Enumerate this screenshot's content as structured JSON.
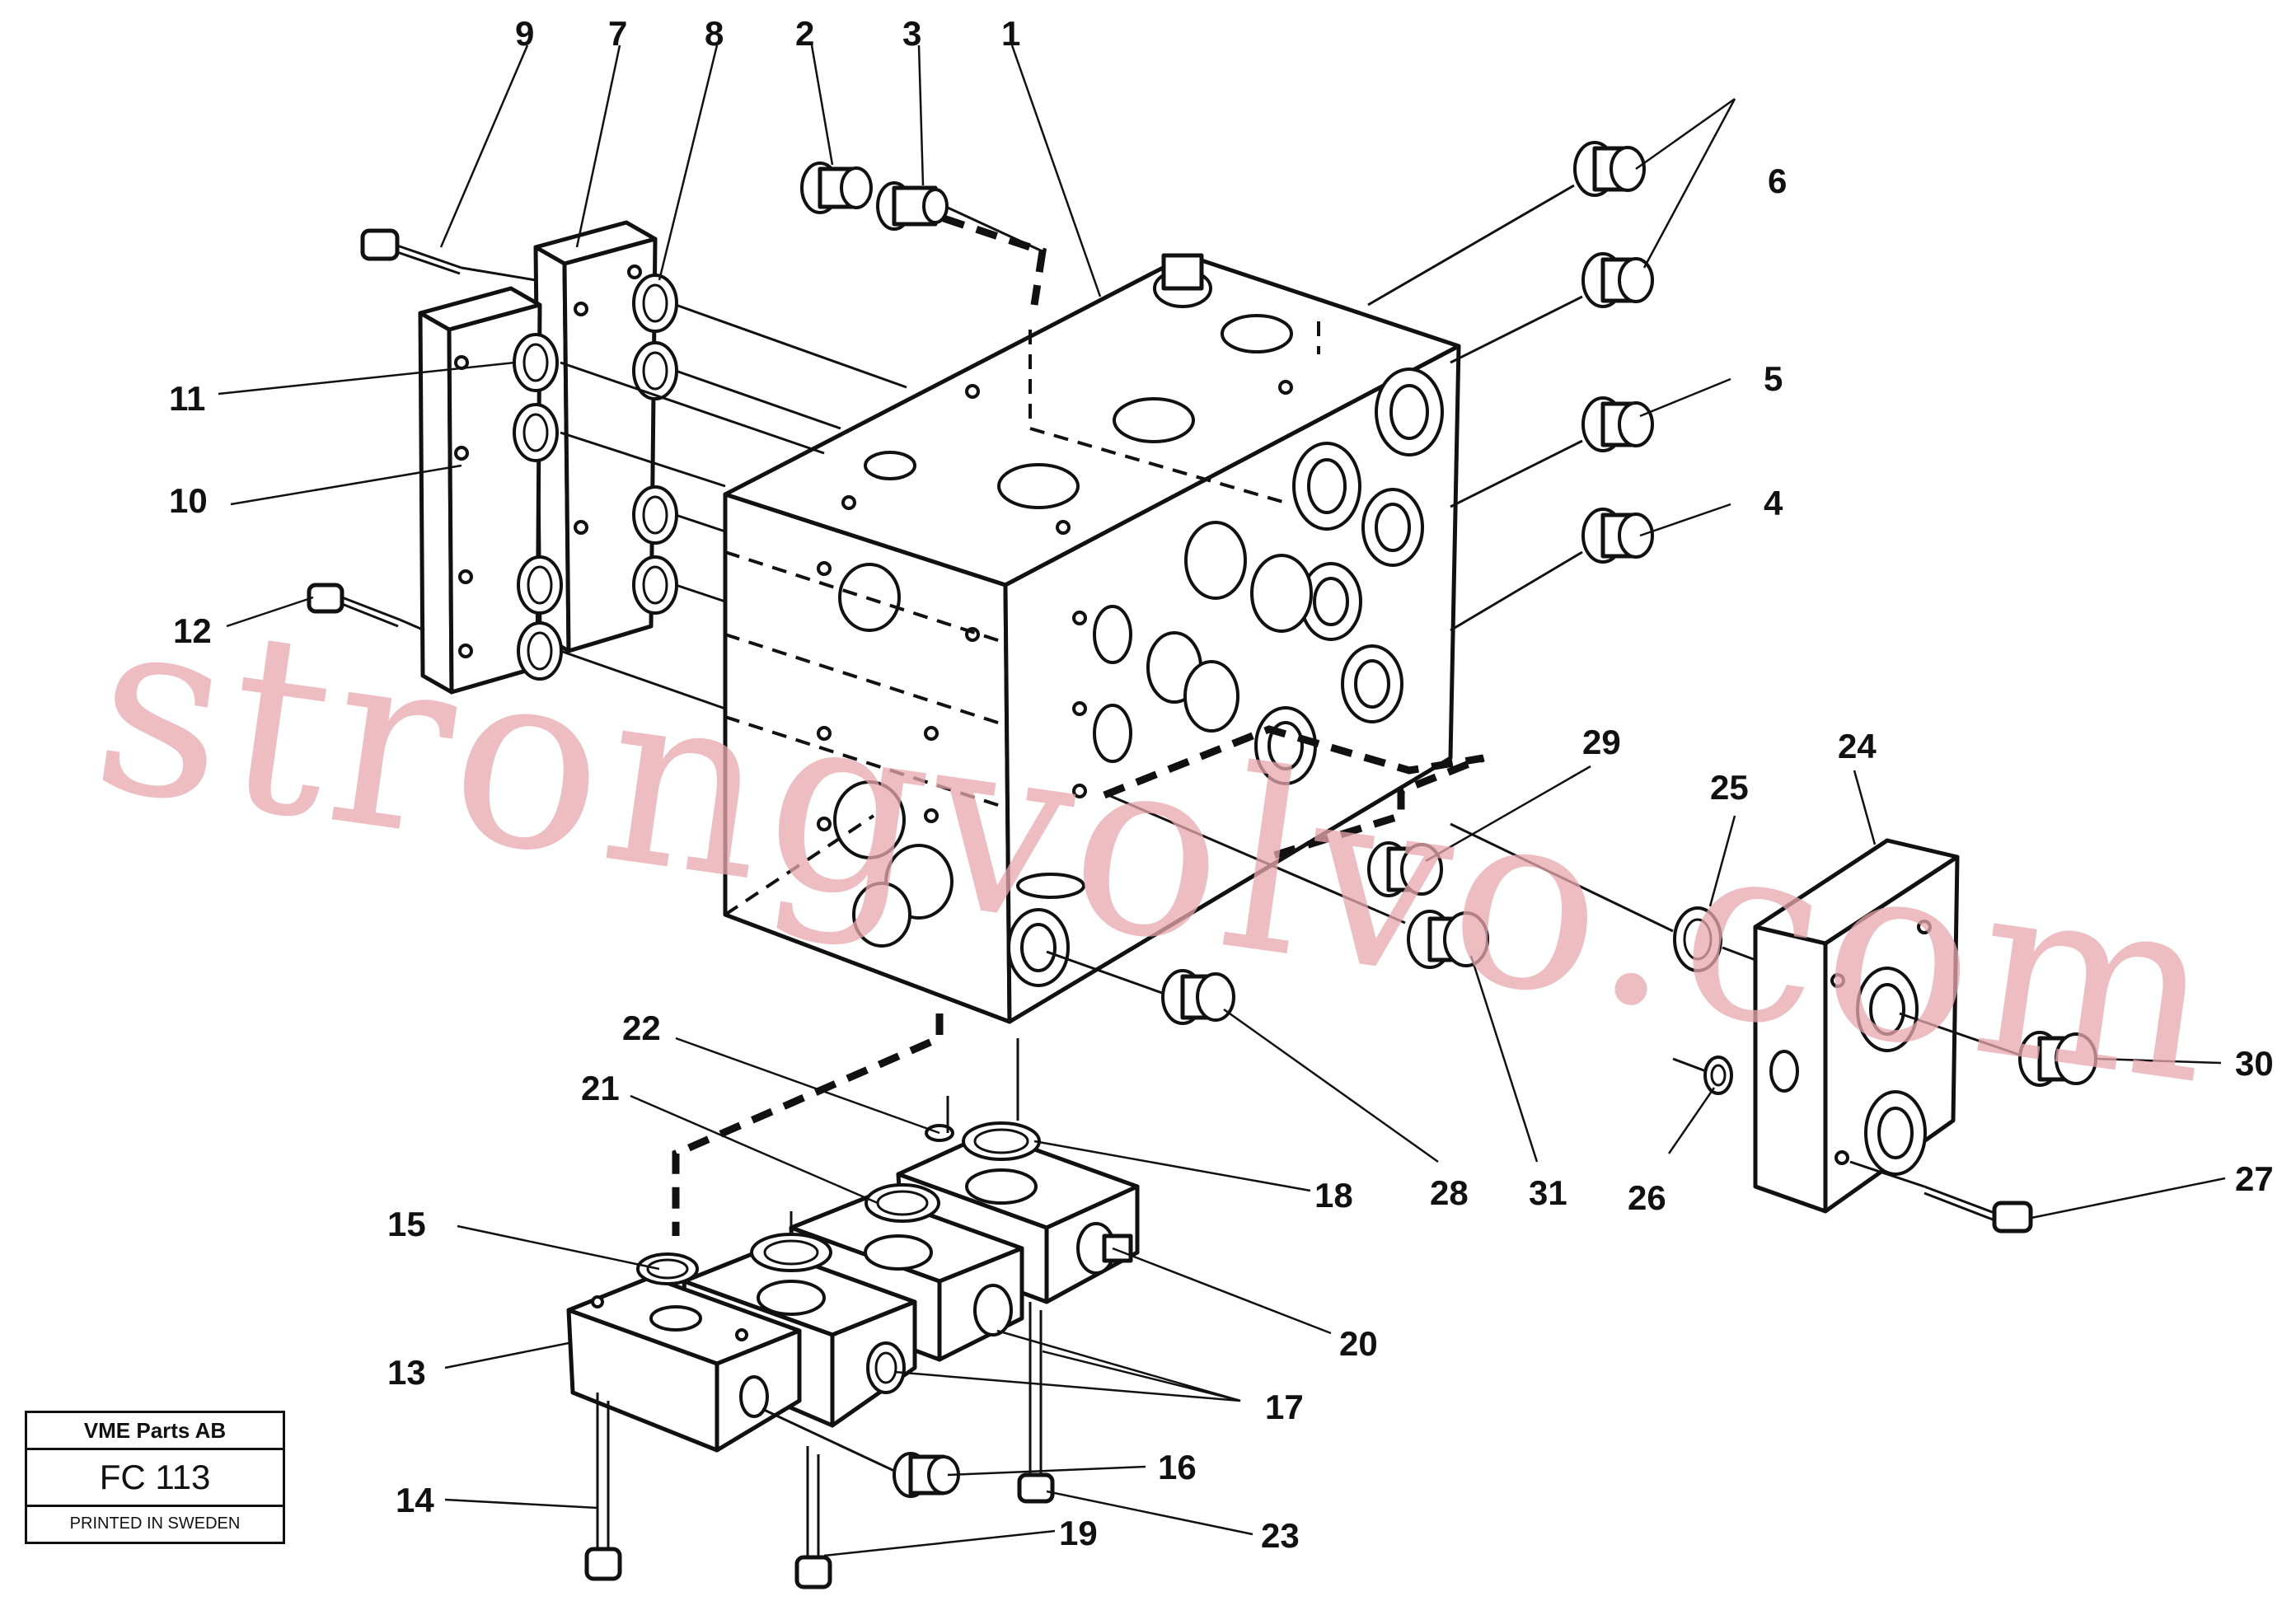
{
  "watermark": "strongvolvo.com",
  "label_box": {
    "company": "VME Parts AB",
    "code": "FC 113",
    "printed": "PRINTED IN SWEDEN"
  },
  "callouts": [
    "1",
    "2",
    "3",
    "4",
    "5",
    "6",
    "7",
    "8",
    "9",
    "10",
    "11",
    "12",
    "13",
    "14",
    "15",
    "16",
    "17",
    "18",
    "19",
    "20",
    "21",
    "22",
    "23",
    "24",
    "25",
    "26",
    "27",
    "28",
    "29",
    "30",
    "31"
  ]
}
